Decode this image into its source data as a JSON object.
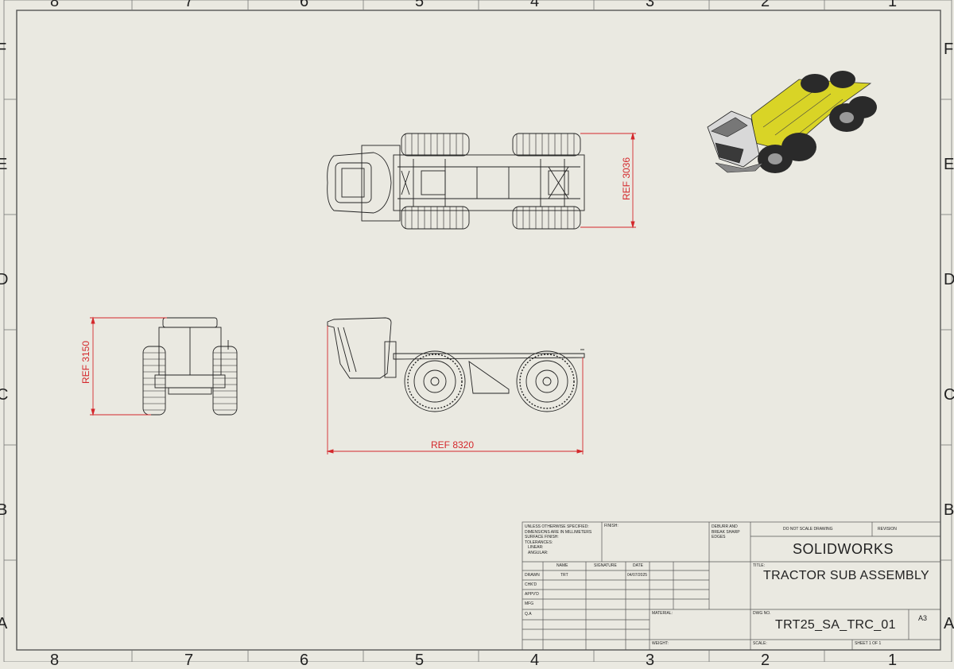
{
  "zones": {
    "columns": [
      "8",
      "7",
      "6",
      "5",
      "4",
      "3",
      "2",
      "1"
    ],
    "rows": [
      "F",
      "E",
      "D",
      "C",
      "B",
      "A"
    ]
  },
  "dimensions": {
    "top_width": "REF 3036",
    "front_height": "REF 3150",
    "side_length": "REF 8320"
  },
  "title_block": {
    "general_notes": [
      "UNLESS OTHERWISE SPECIFIED:",
      "DIMENSIONS ARE IN MILLIMETERS",
      "SURFACE FINISH:",
      "TOLERANCES:",
      "LINEAR:",
      "ANGULAR:"
    ],
    "finish_label": "FINISH:",
    "deburr_note": [
      "DEBURR AND",
      "BREAK SHARP",
      "EDGES"
    ],
    "do_not_scale": "DO NOT SCALE DRAWING",
    "revision_label": "REVISION",
    "company": "SOLIDWORKS",
    "title_label": "TITLE:",
    "title": "TRACTOR SUB ASSEMBLY",
    "col_headers": {
      "name": "NAME",
      "signature": "SIGNATURE",
      "date": "DATE"
    },
    "rows": [
      "DRAWN",
      "CHK'D",
      "APPV'D",
      "MFG",
      "Q.A"
    ],
    "drawn_name": "TRT",
    "drawn_date": "04/07/2025",
    "material_label": "MATERIAL:",
    "weight_label": "WEIGHT:",
    "dwg_no_label": "DWG NO.",
    "dwg_no": "TRT25_SA_TRC_01",
    "size": "A3",
    "scale_label": "SCALE:",
    "sheet_label": "SHEET 1 OF 1"
  },
  "colors": {
    "dimension": "#d4282c",
    "iso_frame": "#d9d426",
    "background": "#eae9e1"
  }
}
